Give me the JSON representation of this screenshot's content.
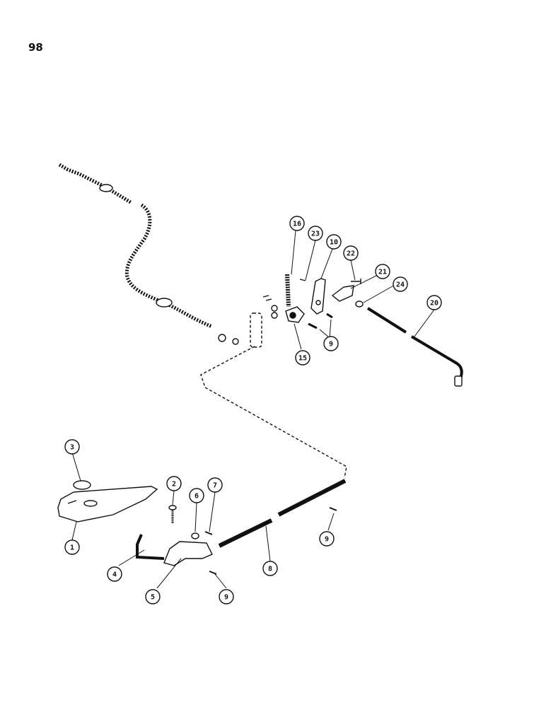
{
  "page": {
    "number": "98"
  },
  "callouts": [
    {
      "id": "c1",
      "label": "1"
    },
    {
      "id": "c2",
      "label": "2"
    },
    {
      "id": "c3",
      "label": "3"
    },
    {
      "id": "c4",
      "label": "4"
    },
    {
      "id": "c5",
      "label": "5"
    },
    {
      "id": "c6",
      "label": "6"
    },
    {
      "id": "c7",
      "label": "7"
    },
    {
      "id": "c8",
      "label": "8"
    },
    {
      "id": "c9a",
      "label": "9"
    },
    {
      "id": "c9b",
      "label": "9"
    },
    {
      "id": "c9c",
      "label": "9"
    },
    {
      "id": "c10",
      "label": "10"
    },
    {
      "id": "c15",
      "label": "15"
    },
    {
      "id": "c16",
      "label": "16"
    },
    {
      "id": "c20",
      "label": "20"
    },
    {
      "id": "c21",
      "label": "21"
    },
    {
      "id": "c22",
      "label": "22"
    },
    {
      "id": "c23",
      "label": "23"
    },
    {
      "id": "c24",
      "label": "24"
    }
  ]
}
